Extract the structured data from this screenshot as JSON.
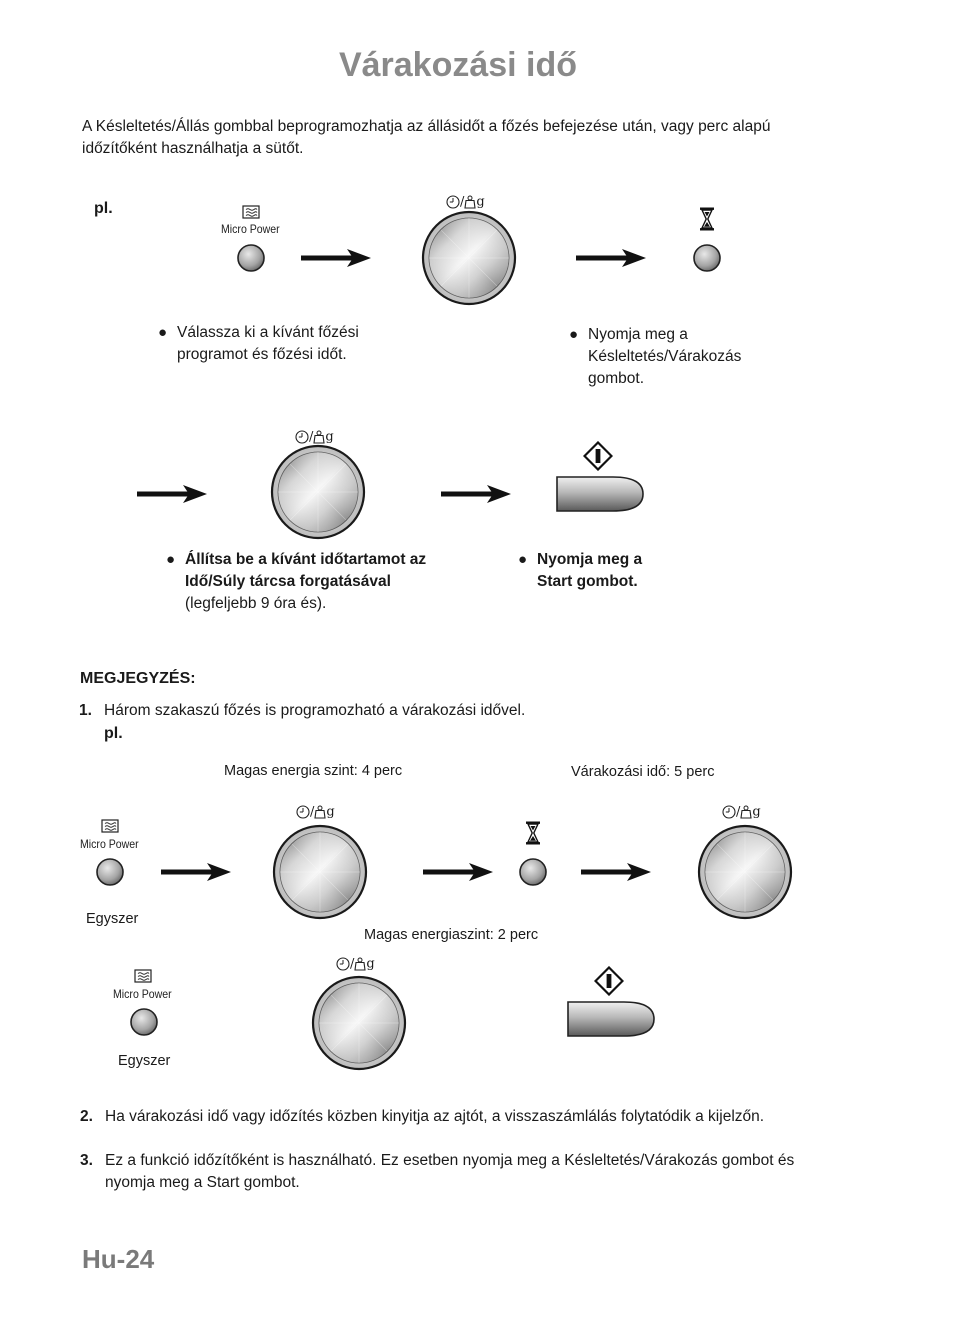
{
  "title": "Várakozási idő",
  "intro": "A Késleltetés/Állás gombbal beprogramozhatja az állásidőt a főzés befejezése után, vagy perc alapú időzítőként használhatja a sütőt.",
  "example_label": "pl.",
  "micro_power_label": "Micro Power",
  "knob_symbol_label": "/",
  "knob_weight_unit": "g",
  "icons": {
    "micro_power": "microwave-waves-icon",
    "timer": "hourglass-icon",
    "start": "start-diamond-icon",
    "clock": "clock-icon",
    "weight": "weight-icon"
  },
  "steps": {
    "step1": "Válassza ki a kívánt főzési programot és főzési időt.",
    "step2": "Nyomja meg a Késleltetés/Várakozás gombot.",
    "step3_bold": "Állítsa be a kívánt időtartamot az Idő/Súly tárcsa forgatásával",
    "step3_normal": "(legfeljebb 9 óra és).",
    "step4": "Nyomja meg a Start gombot."
  },
  "note": {
    "heading": "MEGJEGYZÉS:",
    "item1_num": "1.",
    "item1": "Három szakaszú főzés is programozható a várakozási idővel.",
    "item1_example": "pl.",
    "label_high_4": "Magas energia szint: 4 perc",
    "label_standing_5": "Várakozási idő: 5 perc",
    "label_high_2": "Magas energiaszint: 2 perc",
    "once_1": "Egyszer",
    "once_2": "Egyszer",
    "item2_num": "2.",
    "item2": "Ha várakozási idő vagy időzítés közben kinyitja az ajtót, a visszaszámlálás folytatódik a kijelzőn.",
    "item3_num": "3.",
    "item3": "Ez a funkció időzítőként is használható. Ez esetben nyomja meg a Késleltetés/Várakozás gombot és nyomja meg a Start gombot."
  },
  "page_number": "Hu-24"
}
